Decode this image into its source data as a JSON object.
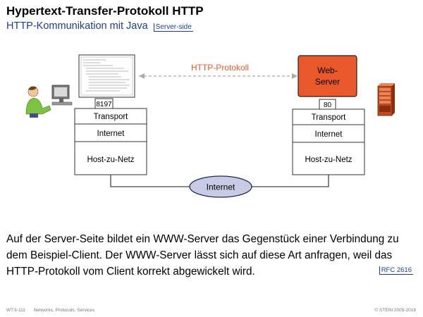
{
  "header": {
    "title": "Hypertext-Transfer-Protokoll HTTP",
    "subtitle": "HTTP-Kommunikation mit Java",
    "subtitle_ref": "Server-side"
  },
  "diagram": {
    "protocol_label": "HTTP-Protokoll",
    "server_label_line1": "Web-",
    "server_label_line2": "Server",
    "client_port": "8197",
    "server_port": "80",
    "layers": [
      "Transport",
      "Internet",
      "Host-zu-Netz"
    ],
    "network_label": "Internet",
    "colors": {
      "server": "#e8582a",
      "protocol": "#e8582a",
      "network": "#c9cbe4",
      "accent": "#1f3c8f"
    }
  },
  "body": {
    "paragraph": "Auf der Server-Seite bildet ein WWW-Server das Gegenstück einer Verbindung zu dem Beispiel-Client. Der WWW-Server lässt sich auf diese Art anfragen, weil das HTTP-Protokoll vom Client korrekt abgewickelt wird.",
    "reference": "RFC 2616"
  },
  "footer": {
    "code": "WT:II-111",
    "topic": "Networks, Protocols, Services",
    "copyright": "© STEIN 2005-2018"
  }
}
